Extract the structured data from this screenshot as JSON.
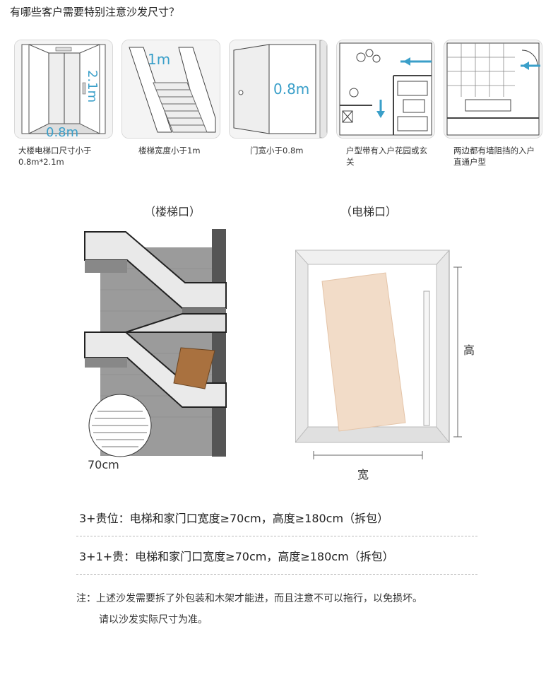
{
  "title": "有哪些客户需要特别注意沙发尺寸？",
  "cards": [
    {
      "caption": "大楼电梯口尺寸小于0.8m*2.1m",
      "dim_a": "2.1m",
      "dim_b": "0.8m"
    },
    {
      "caption": "楼梯宽度小于1m",
      "dim_a": "1m"
    },
    {
      "caption": "门宽小于0.8m",
      "dim_a": "0.8m"
    },
    {
      "caption": "户型带有入户花园或玄关"
    },
    {
      "caption": "两边都有墙阻挡的入户直通户型"
    }
  ],
  "stair_section": {
    "label": "（楼梯口）",
    "dim": "70cm"
  },
  "elevator_section": {
    "label": "（电梯口）",
    "height_label": "高",
    "width_label": "宽"
  },
  "lines": [
    "3+贵位：电梯和家门口宽度≥70cm，高度≥180cm（拆包）",
    "3+1+贵：电梯和家门口宽度≥70cm，高度≥180cm（拆包）"
  ],
  "note": {
    "line1": "注：上述沙发需要拆了外包装和木架才能进，而且注意不可以拖行，以免损坏。",
    "line2": "请以沙发实际尺寸为准。"
  },
  "colors": {
    "accent": "#3a9fc9",
    "box": "#a9713f",
    "sofa": "#f2dcc8"
  }
}
